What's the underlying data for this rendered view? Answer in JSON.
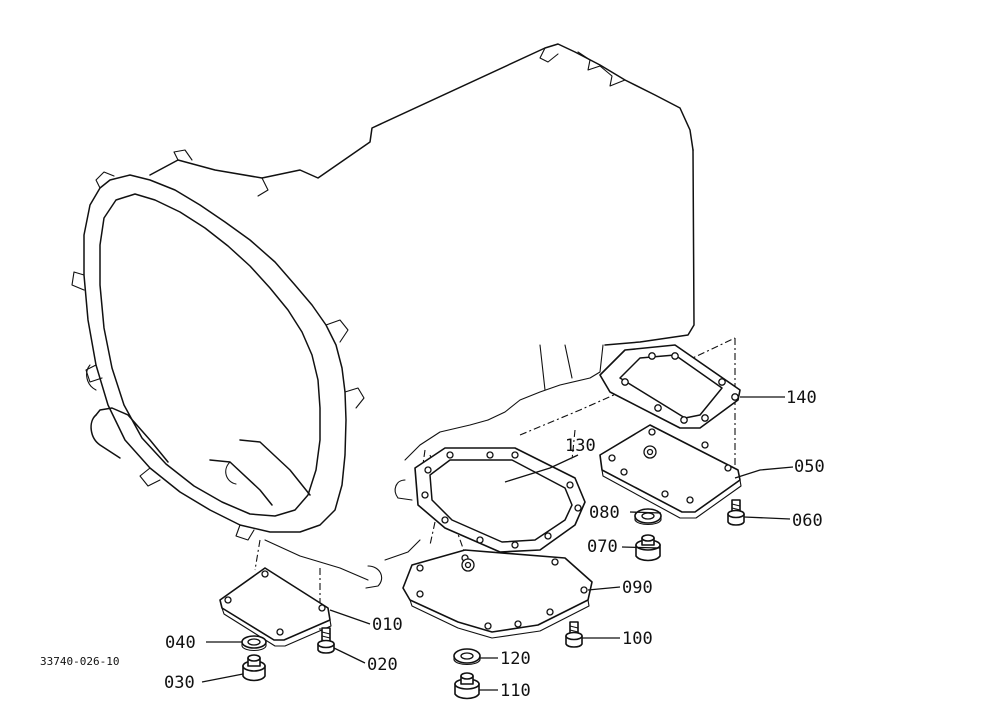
{
  "drawing_code": "33740-026-10",
  "callouts": [
    "140",
    "130",
    "050",
    "080",
    "060",
    "070",
    "090",
    "010",
    "040",
    "100",
    "020",
    "120",
    "030",
    "110"
  ]
}
